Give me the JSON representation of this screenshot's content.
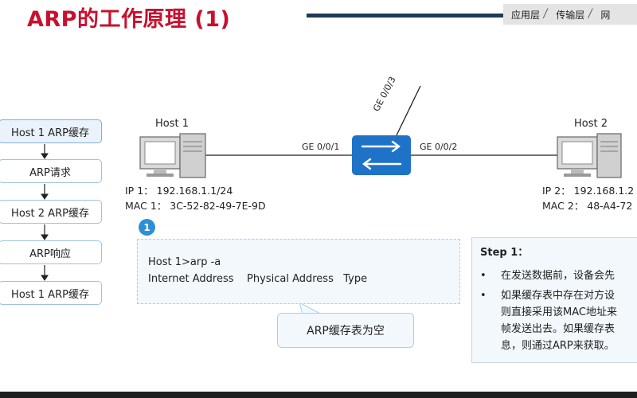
{
  "title": "ARP的工作原理 (1)",
  "breadcrumb": [
    "应用层",
    "传输层",
    "网"
  ],
  "flow": [
    "Host 1 ARP缓存",
    "ARP请求",
    "Host 2 ARP缓存",
    "ARP响应",
    "Host 1 ARP缓存"
  ],
  "host1": {
    "label": "Host 1",
    "ip": "IP 1：  192.168.1.1/24",
    "mac": "MAC 1：  3C-52-82-49-7E-9D"
  },
  "host2": {
    "label": "Host 2",
    "ip": "IP 2：  192.168.1.2",
    "mac": "MAC 2：  48-A4-72"
  },
  "ports": {
    "left": "GE 0/0/1",
    "right": "GE 0/0/2",
    "up": "GE 0/0/3"
  },
  "badge": "1",
  "command": {
    "line1": "Host 1>arp -a",
    "line2": "Internet Address    Physical Address   Type"
  },
  "callout": "ARP缓存表为空",
  "step": {
    "title": "Step 1：",
    "bullet": "•",
    "b1": "在发送数据前，设备会先",
    "b2_lines": [
      "如果缓存表中存在对方设",
      "则直接采用该MAC地址来",
      "帧发送出去。如果缓存表",
      "息，则通过ARP来获取。"
    ]
  },
  "colors": {
    "title": "#c8102e",
    "switch": "#1e73c8",
    "accent": "#2f8fd6",
    "panel_bg": "#f2f8fc"
  },
  "icons": [
    "computer-icon",
    "switch-icon",
    "arrow-down-icon"
  ]
}
